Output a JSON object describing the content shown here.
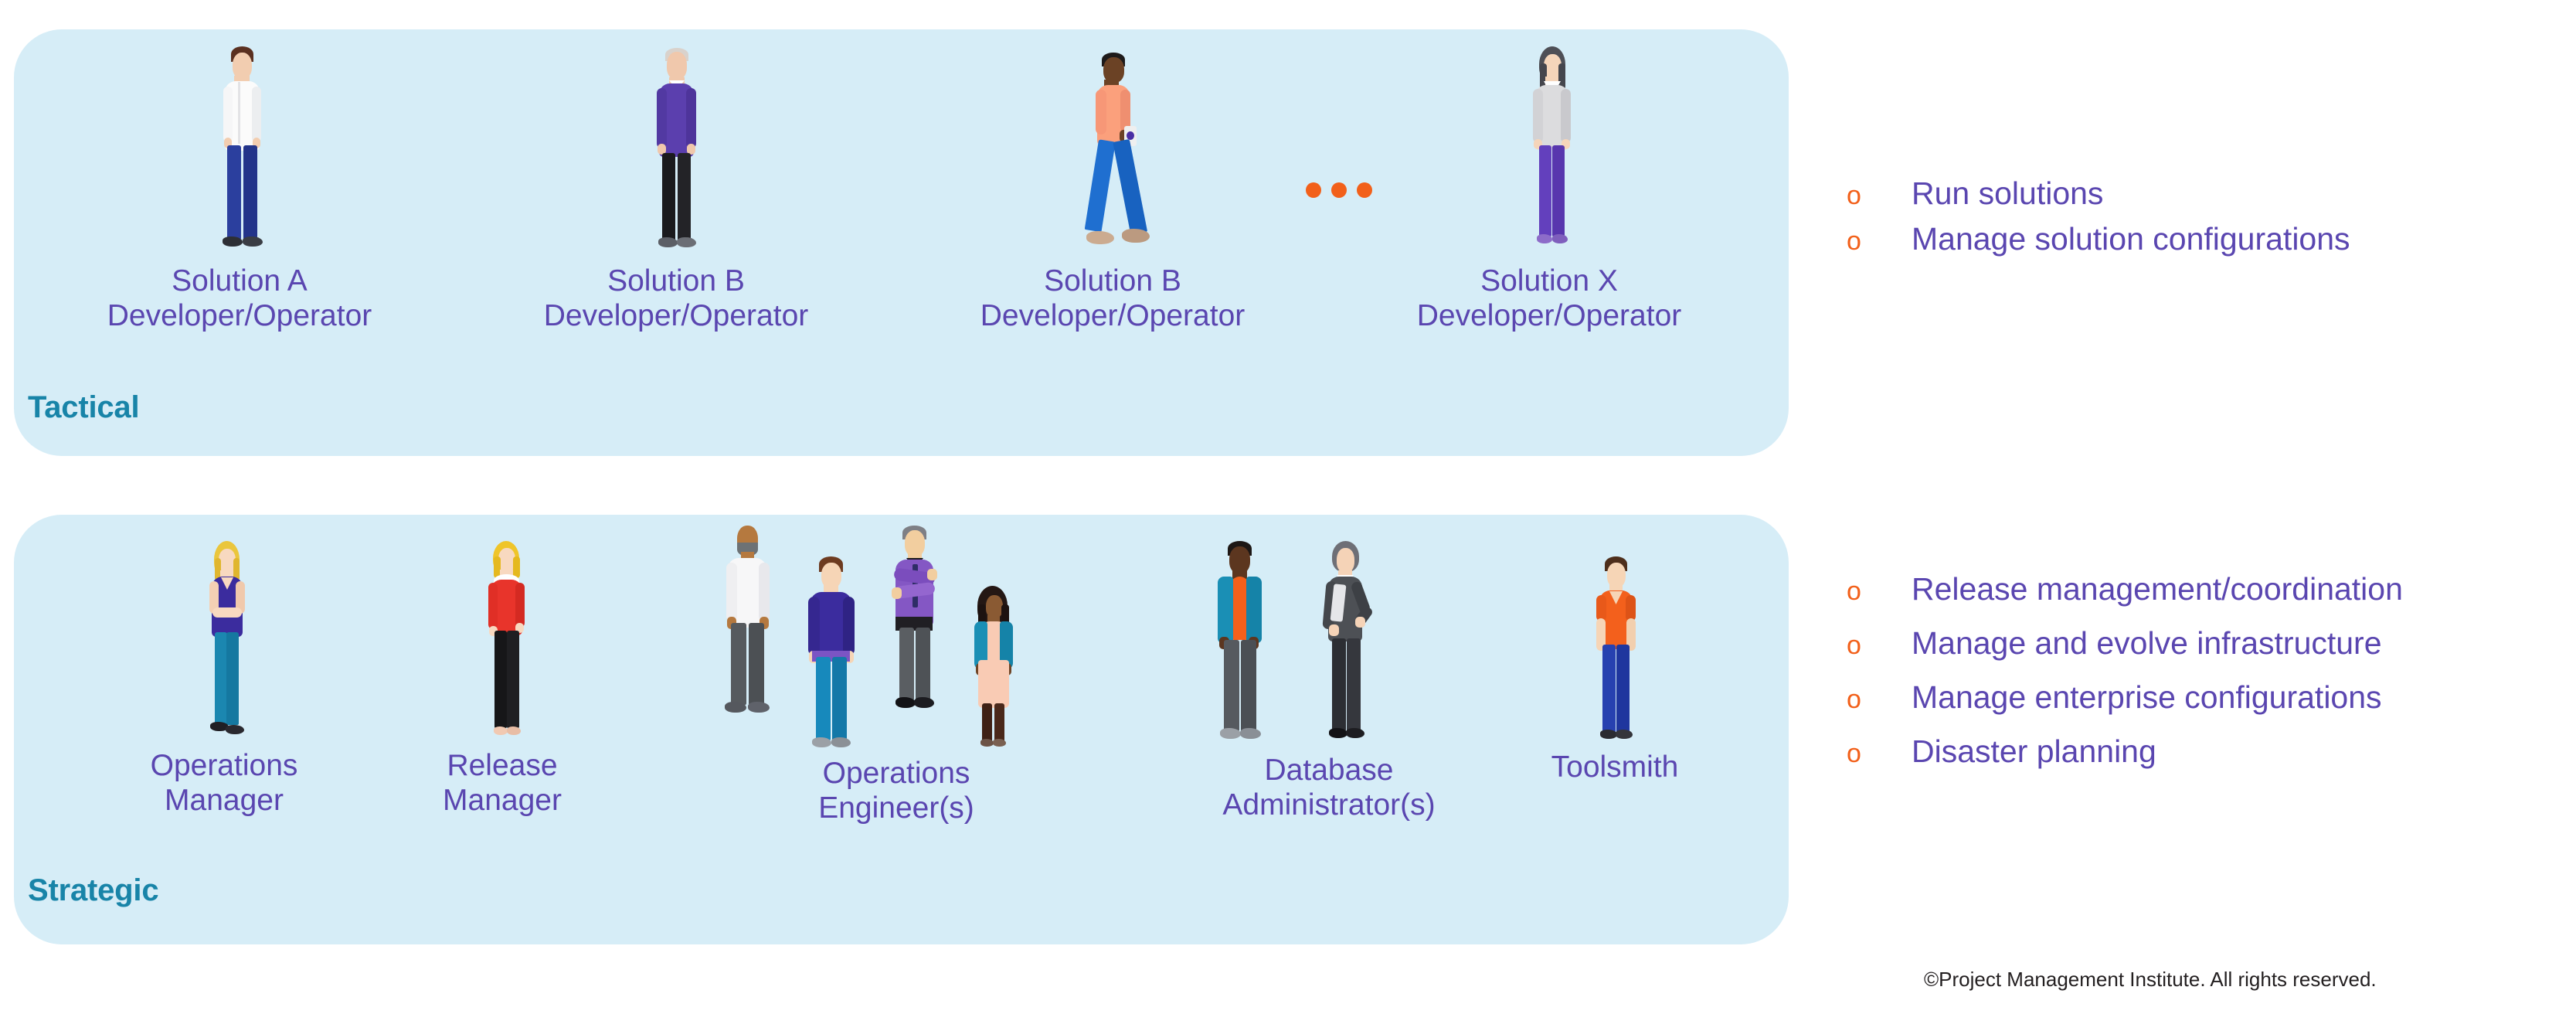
{
  "zones": [
    {
      "id": "tactical",
      "caption": "Tactical",
      "roles": [
        {
          "name": "solution-a-developer-operator",
          "label": "Solution A\nDeveloper/Operator"
        },
        {
          "name": "solution-b-developer-operator-1",
          "label": "Solution B\nDeveloper/Operator"
        },
        {
          "name": "solution-b-developer-operator-2",
          "label": "Solution B\nDeveloper/Operator"
        },
        {
          "name": "solution-x-developer-operator",
          "label": "Solution X\nDeveloper/Operator"
        }
      ],
      "responsibilities": [
        "Run solutions",
        "Manage solution configurations"
      ]
    },
    {
      "id": "strategic",
      "caption": "Strategic",
      "roles": [
        {
          "name": "operations-manager",
          "label": "Operations\nManager"
        },
        {
          "name": "release-manager",
          "label": "Release\nManager"
        },
        {
          "name": "operations-engineers",
          "label": "Operations\nEngineer(s)"
        },
        {
          "name": "database-administrators",
          "label": "Database\nAdministrator(s)"
        },
        {
          "name": "toolsmith",
          "label": "Toolsmith"
        }
      ],
      "responsibilities": [
        "Release management/coordination",
        "Manage and evolve infrastructure",
        "Manage enterprise configurations",
        "Disaster planning"
      ]
    }
  ],
  "ellipsis": {
    "name": "continuation-ellipsis",
    "dots": 3
  },
  "bullet_marker": "o",
  "copyright": "©Project Management Institute. All rights reserved.",
  "colors": {
    "panel_background": "#d6edf7",
    "role_label": "#5a46b0",
    "zone_caption": "#1884a8",
    "bullet_marker": "#f2601a",
    "bullet_text": "#5a46b0",
    "copyright": "#231f20",
    "page_background": "#ffffff"
  }
}
